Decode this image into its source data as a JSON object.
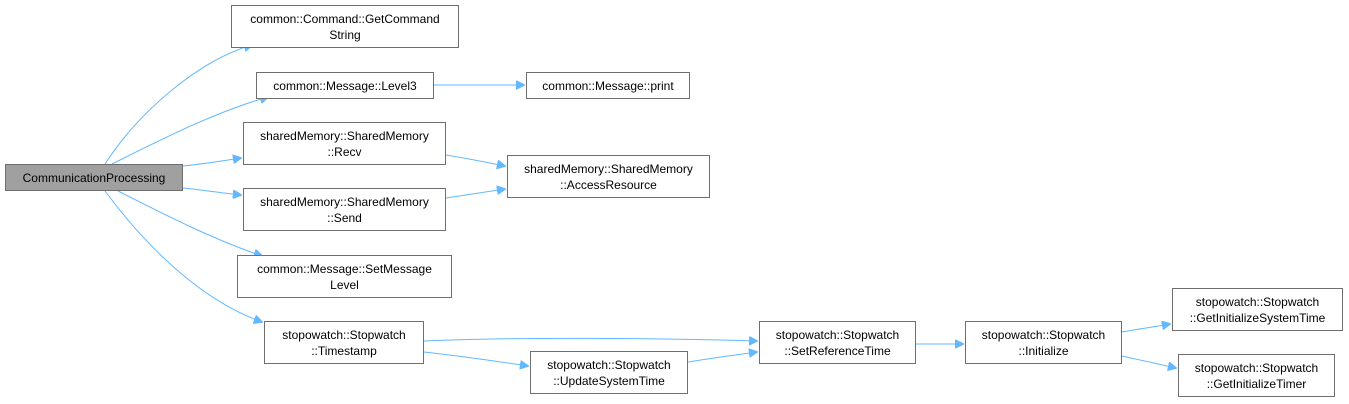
{
  "colors": {
    "edge": "#63b8ff",
    "node_border": "#6f6f6f",
    "root_fill": "#a0a0a0",
    "node_fill": "#ffffff"
  },
  "nodes": {
    "root": "CommunicationProcessing",
    "get_command_string": "common::Command::GetCommand\nString",
    "level3": "common::Message::Level3",
    "print": "common::Message::print",
    "recv": "sharedMemory::SharedMemory\n::Recv",
    "access_resource": "sharedMemory::SharedMemory\n::AccessResource",
    "send": "sharedMemory::SharedMemory\n::Send",
    "set_message_level": "common::Message::SetMessage\nLevel",
    "timestamp": "stopowatch::Stopwatch\n::Timestamp",
    "update_system_time": "stopowatch::Stopwatch\n::UpdateSystemTime",
    "set_reference_time": "stopowatch::Stopwatch\n::SetReferenceTime",
    "initialize": "stopowatch::Stopwatch\n::Initialize",
    "get_initialize_system_time": "stopowatch::Stopwatch\n::GetInitializeSystemTime",
    "get_initialize_timer": "stopowatch::Stopwatch\n::GetInitializeTimer"
  },
  "edges": [
    {
      "from": "root",
      "to": "get_command_string"
    },
    {
      "from": "root",
      "to": "level3"
    },
    {
      "from": "root",
      "to": "recv"
    },
    {
      "from": "root",
      "to": "send"
    },
    {
      "from": "root",
      "to": "set_message_level"
    },
    {
      "from": "root",
      "to": "timestamp"
    },
    {
      "from": "level3",
      "to": "print"
    },
    {
      "from": "recv",
      "to": "access_resource"
    },
    {
      "from": "send",
      "to": "access_resource"
    },
    {
      "from": "timestamp",
      "to": "set_reference_time"
    },
    {
      "from": "timestamp",
      "to": "update_system_time"
    },
    {
      "from": "update_system_time",
      "to": "set_reference_time"
    },
    {
      "from": "set_reference_time",
      "to": "initialize"
    },
    {
      "from": "initialize",
      "to": "get_initialize_system_time"
    },
    {
      "from": "initialize",
      "to": "get_initialize_timer"
    }
  ]
}
